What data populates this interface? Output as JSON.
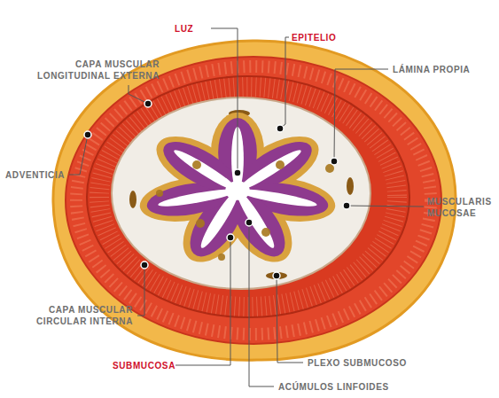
{
  "diagram": {
    "labels": [
      "LUZ",
      "EPITELIO",
      "CAPA MUSCULAR LONGITUDINAL EXTERNA",
      "LÁMINA PROPIA",
      "ADVENTICIA",
      "MUSCULARIS MUCOSAE",
      "CAPA MUSCULAR CIRCULAR INTERNA",
      "SUBMUCOSA",
      "PLEXO SUBMUCOSO",
      "ACÚMULOS LINFOIDES"
    ]
  }
}
